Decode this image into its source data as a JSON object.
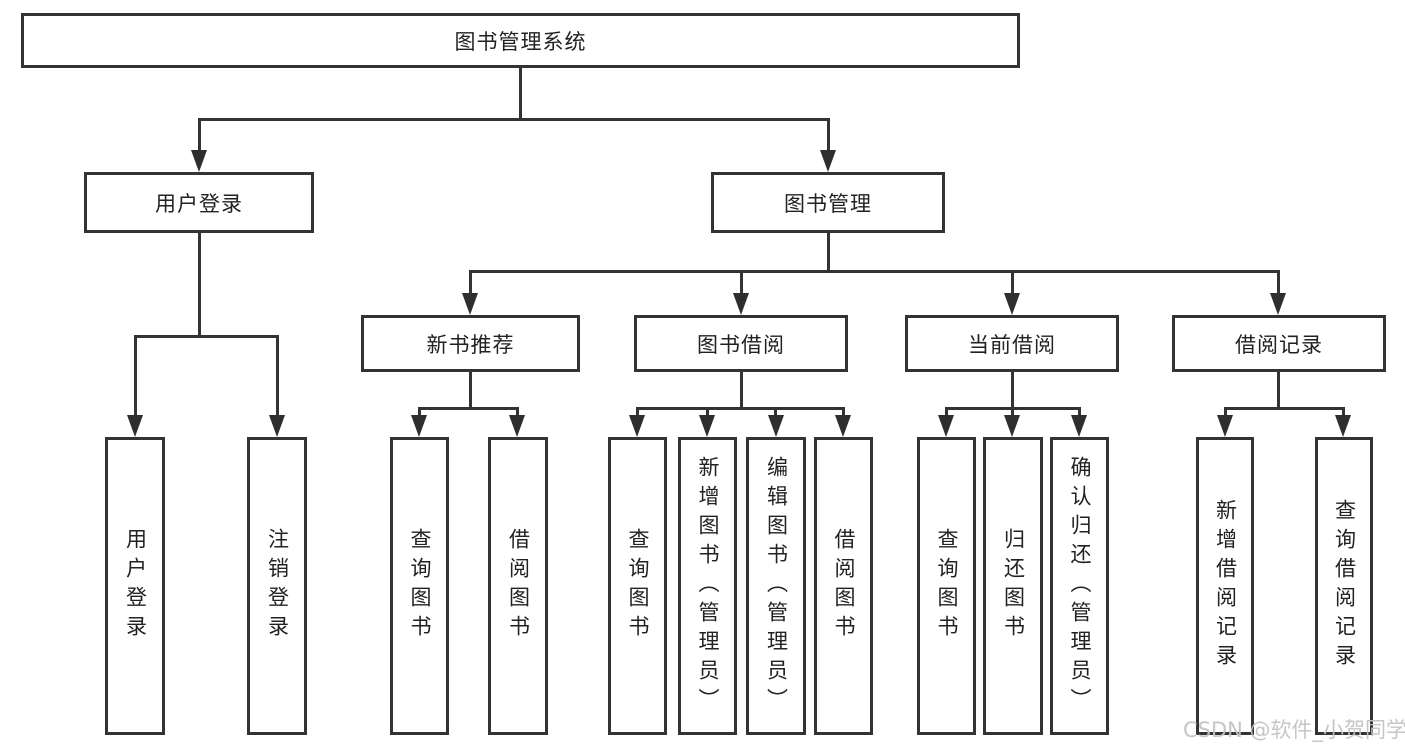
{
  "diagram": {
    "type": "hierarchy",
    "nodes": {
      "root": "图书管理系统",
      "user_login": "用户登录",
      "book_mgmt": "图书管理",
      "new_books": "新书推荐",
      "borrow": "图书借阅",
      "current": "当前借阅",
      "records": "借阅记录",
      "leaf_login": "用户登录",
      "leaf_logout": "注销登录",
      "nb_query": "查询图书",
      "nb_borrow": "借阅图书",
      "bw_query": "查询图书",
      "bw_add": "新增图书（管理员）",
      "bw_edit": "编辑图书（管理员）",
      "bw_borrow": "借阅图书",
      "cur_query": "查询图书",
      "cur_return": "归还图书",
      "cur_confirm": "确认归还（管理员）",
      "rec_add": "新增借阅记录",
      "rec_query": "查询借阅记录"
    },
    "hierarchy": {
      "图书管理系统": {
        "用户登录": [
          "用户登录",
          "注销登录"
        ],
        "图书管理": {
          "新书推荐": [
            "查询图书",
            "借阅图书"
          ],
          "图书借阅": [
            "查询图书",
            "新增图书（管理员）",
            "编辑图书（管理员）",
            "借阅图书"
          ],
          "当前借阅": [
            "查询图书",
            "归还图书",
            "确认归还（管理员）"
          ],
          "借阅记录": [
            "新增借阅记录",
            "查询借阅记录"
          ]
        }
      }
    }
  },
  "watermark": {
    "text": "CSDN @软件_小贺同学"
  },
  "colors": {
    "line": "#333333",
    "box_border": "#333333",
    "background": "#ffffff",
    "watermark": "#c3c3c3"
  }
}
